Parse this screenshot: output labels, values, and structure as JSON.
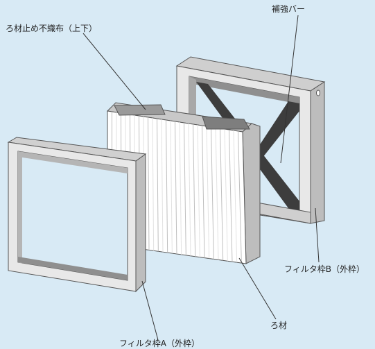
{
  "labels": {
    "media_nonwoven": "ろ材止め不織布（上下）",
    "reinforcement_bar": "補強バー",
    "frame_b": "フィルタ枠B（外枠）",
    "frame_a": "フィルタ枠A（外枠）",
    "media": "ろ材"
  },
  "colors": {
    "background": "#d8eaf5",
    "frame_face": "#e8e8e8",
    "frame_side": "#bdbdbd",
    "frame_inner": "#8f8f8f",
    "bar": "#3d3d3d",
    "pleat_light": "#ffffff",
    "pleat_shade": "#d6d6d6",
    "nonwoven": "#9a9a9a",
    "stroke": "#555555",
    "leader": "#333333"
  }
}
